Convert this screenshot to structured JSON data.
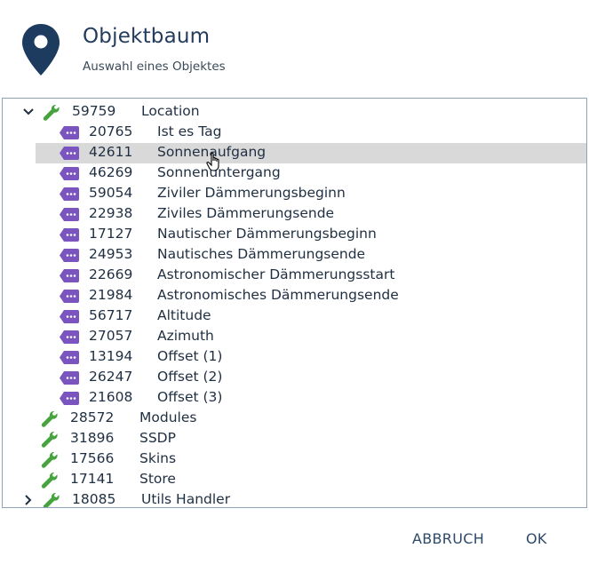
{
  "header": {
    "title": "Objektbaum",
    "subtitle": "Auswahl eines Objektes",
    "icon": "location-pin-icon",
    "icon_color": "#1d3a5f"
  },
  "colors": {
    "wrench": "#46a33e",
    "tag": "#7b55bf",
    "selection": "#d9d9d9"
  },
  "tree": {
    "items": [
      {
        "id": "59759",
        "label": "Location",
        "type": "category",
        "expanded": true,
        "level": 0
      },
      {
        "id": "20765",
        "label": "Ist es Tag",
        "type": "variable",
        "level": 1
      },
      {
        "id": "42611",
        "label": "Sonnenaufgang",
        "type": "variable",
        "level": 1,
        "selected": true
      },
      {
        "id": "46269",
        "label": "Sonnenuntergang",
        "type": "variable",
        "level": 1
      },
      {
        "id": "59054",
        "label": "Ziviler Dämmerungsbeginn",
        "type": "variable",
        "level": 1
      },
      {
        "id": "22938",
        "label": "Ziviles Dämmerungsende",
        "type": "variable",
        "level": 1
      },
      {
        "id": "17127",
        "label": "Nautischer Dämmerungsbeginn",
        "type": "variable",
        "level": 1
      },
      {
        "id": "24953",
        "label": "Nautisches Dämmerungsende",
        "type": "variable",
        "level": 1
      },
      {
        "id": "22669",
        "label": "Astronomischer Dämmerungsstart",
        "type": "variable",
        "level": 1
      },
      {
        "id": "21984",
        "label": "Astronomisches Dämmerungsende",
        "type": "variable",
        "level": 1
      },
      {
        "id": "56717",
        "label": "Altitude",
        "type": "variable",
        "level": 1
      },
      {
        "id": "27057",
        "label": "Azimuth",
        "type": "variable",
        "level": 1
      },
      {
        "id": "13194",
        "label": "Offset (1)",
        "type": "variable",
        "level": 1
      },
      {
        "id": "26247",
        "label": "Offset (2)",
        "type": "variable",
        "level": 1
      },
      {
        "id": "21608",
        "label": "Offset (3)",
        "type": "variable",
        "level": 1
      },
      {
        "id": "28572",
        "label": "Modules",
        "type": "category",
        "level": 0
      },
      {
        "id": "31896",
        "label": "SSDP",
        "type": "category",
        "level": 0
      },
      {
        "id": "17566",
        "label": "Skins",
        "type": "category",
        "level": 0
      },
      {
        "id": "17141",
        "label": "Store",
        "type": "category",
        "level": 0
      },
      {
        "id": "18085",
        "label": "Utils Handler",
        "type": "category",
        "expanded": false,
        "level": 0
      }
    ]
  },
  "footer": {
    "cancel_label": "ABBRUCH",
    "ok_label": "OK"
  }
}
